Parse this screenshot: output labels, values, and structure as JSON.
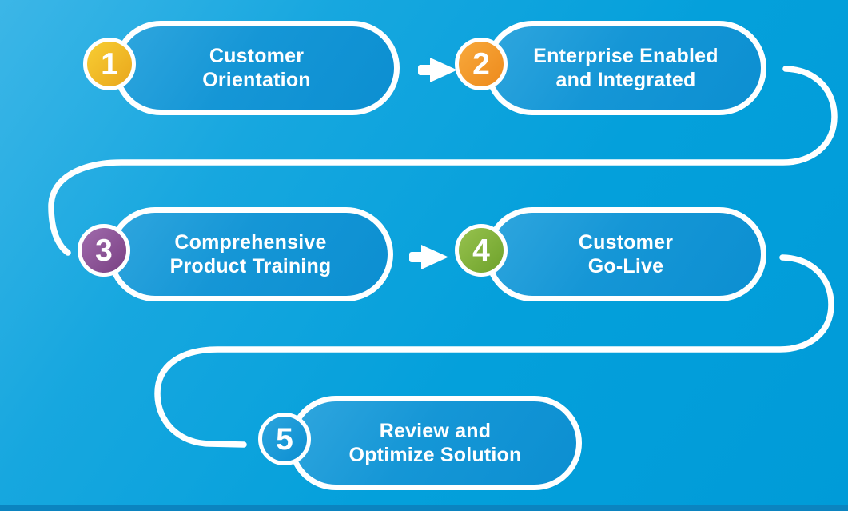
{
  "diagram": {
    "type": "process-flow",
    "steps": [
      {
        "number": "1",
        "label_line1": "Customer",
        "label_line2": "Orientation",
        "badge_color_start": "#f8ce33",
        "badge_color_end": "#e9a61c"
      },
      {
        "number": "2",
        "label_line1": "Enterprise Enabled",
        "label_line2": "and Integrated",
        "badge_color_start": "#f8a93c",
        "badge_color_end": "#ed8a1c"
      },
      {
        "number": "3",
        "label_line1": "Comprehensive",
        "label_line2": "Product Training",
        "badge_color_start": "#a06bac",
        "badge_color_end": "#7a4083"
      },
      {
        "number": "4",
        "label_line1": "Customer",
        "label_line2": "Go-Live",
        "badge_color_start": "#97c24e",
        "badge_color_end": "#6ea22b"
      },
      {
        "number": "5",
        "label_line1": "Review and",
        "label_line2": "Optimize Solution",
        "badge_color_start": "#2aa4dd",
        "badge_color_end": "#0d8fd2"
      }
    ],
    "connectors": [
      "arrow-step1-to-step2",
      "arrow-step3-to-step4",
      "curve-step2-to-step3",
      "curve-step4-to-step5"
    ],
    "colors": {
      "background_start": "#3cb6e7",
      "background_end": "#009bd8",
      "bottom_band": "#0b84c0",
      "pill_fill_start": "#2fa6de",
      "pill_fill_end": "#0c8fd1",
      "stroke": "#ffffff",
      "text": "#ffffff"
    }
  }
}
